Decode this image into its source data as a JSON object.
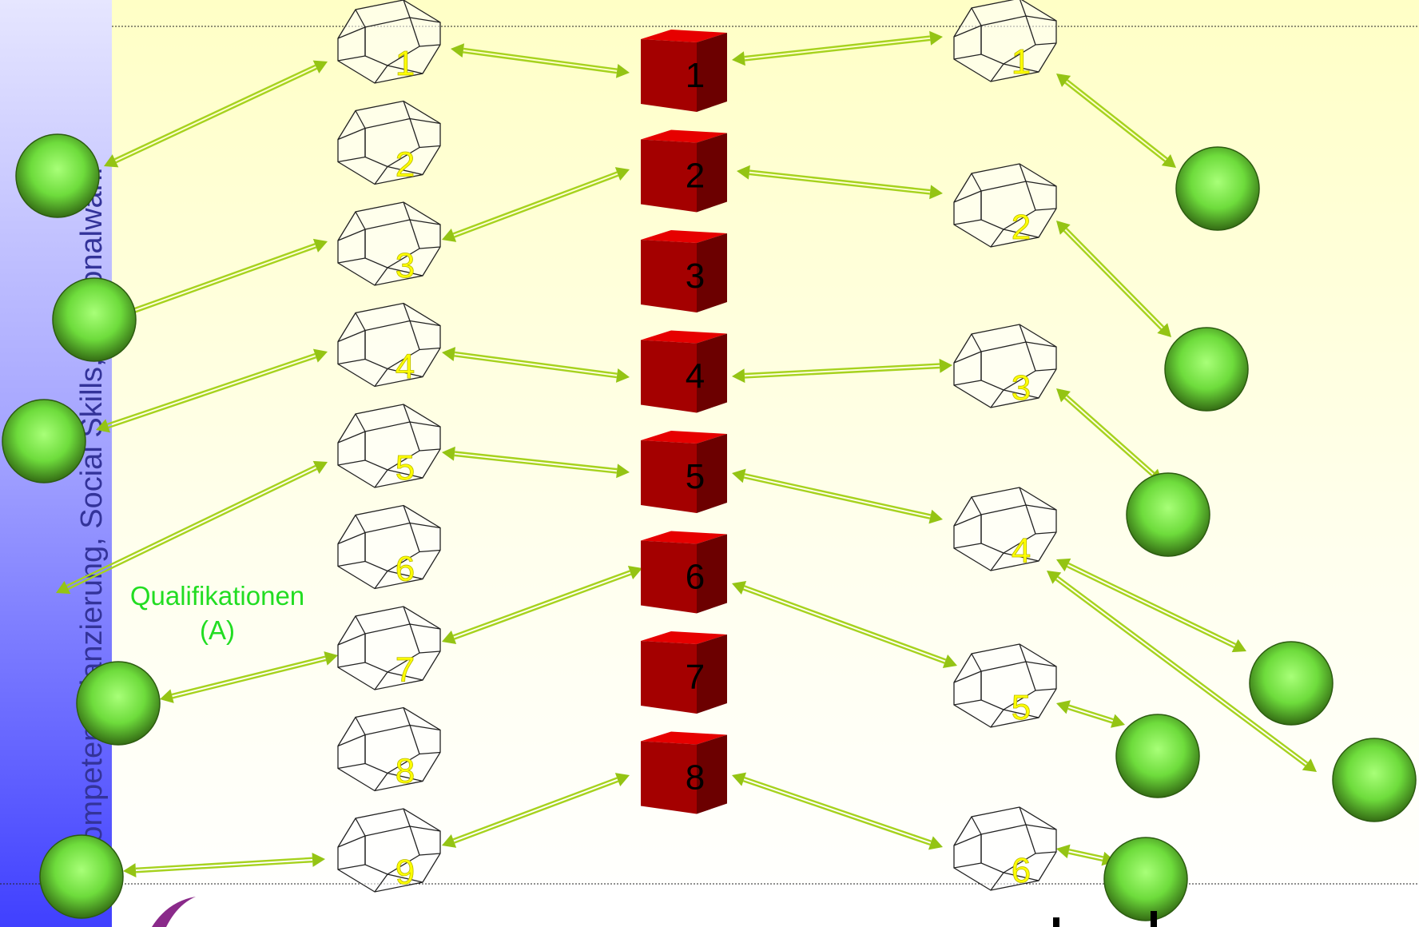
{
  "sidebar": {
    "vertical_text": "Kompetenzbilanzierung, Social Skills, Personalwahl“"
  },
  "labels": {
    "qualifications_line1": "Qualifikationen",
    "qualifications_line2": "(A)"
  },
  "left_crystals": [
    "1",
    "2",
    "3",
    "4",
    "5",
    "6",
    "7",
    "8",
    "9"
  ],
  "center_cubes": [
    "1",
    "2",
    "3",
    "4",
    "5",
    "6",
    "7",
    "8"
  ],
  "right_crystals": [
    "1",
    "2",
    "3",
    "4",
    "5",
    "6"
  ],
  "colors": {
    "arrow": "#a6d21e",
    "cube_front": "#a00000",
    "cube_top": "#e00000",
    "cube_side": "#6a0000",
    "crystal_number": "#ffff00",
    "sphere_light": "#9cff6e",
    "sphere_dark": "#3a7a18",
    "label_green": "#22dd22",
    "background_top": "#ffffc8",
    "sidebar_gradient": "#5a5aff"
  }
}
